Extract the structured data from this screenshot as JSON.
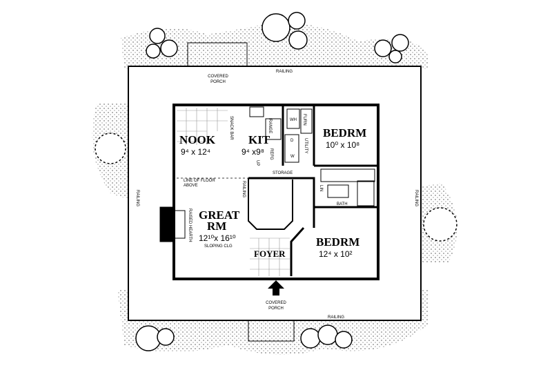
{
  "plan": {
    "labels": {
      "porch_top": [
        "COVERED",
        "PORCH"
      ],
      "porch_bottom": [
        "COVERED",
        "PORCH"
      ],
      "railing": "RAILING",
      "nook": {
        "name": "NOOK",
        "dim": "9⁴ x 12⁴"
      },
      "kit": {
        "name": "KIT",
        "dim": "9⁴ x9⁸"
      },
      "bedrm1": {
        "name": "BEDRM",
        "dim": "10⁰ x 10⁸"
      },
      "bedrm2": {
        "name": "BEDRM",
        "dim": "12⁴ x 10²"
      },
      "great": {
        "name1": "GREAT",
        "name2": "RM",
        "dim": "12¹⁰x 16¹⁰",
        "note": "SLOPING CLG"
      },
      "foyer": "FOYER",
      "snack_bar": "SNACK BAR",
      "range": "RANGE",
      "refg": "REFG",
      "wh": "WH",
      "furn": "FURN",
      "w": "W",
      "d": "D",
      "utility": "UTILITY",
      "storage": "STORAGE",
      "up": "UP",
      "line_floor": [
        "LINE OF FLOOR",
        "ABOVE"
      ],
      "lin": "LIN",
      "bath": "BATH",
      "hearth": "RAISED HEARTH"
    }
  }
}
